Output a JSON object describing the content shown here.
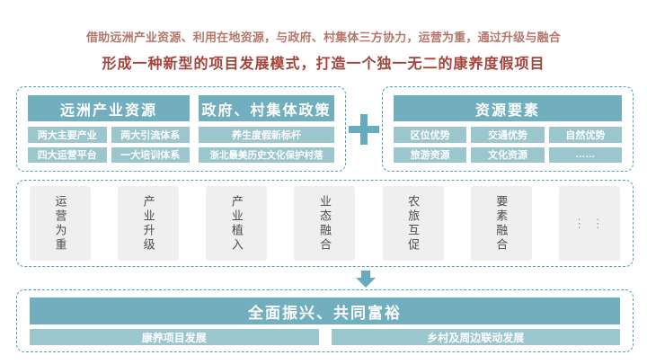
{
  "intro": {
    "line1": "借助远洲产业资源、利用在地资源，与政府、村集体三方协力，运营为重，通过升级与融合",
    "line2": "形成一种新型的项目发展模式，打造一个独一无二的康养度假项目"
  },
  "top": {
    "industry_box": {
      "title": "远洲产业资源",
      "items": [
        "两大主要产业",
        "两大引流体系",
        "四大运营平台",
        "一大培训体系"
      ]
    },
    "policy_box": {
      "title": "政府、村集体政策",
      "items": [
        "养生度假新标杆",
        "浙北最美历史文化保护村落"
      ]
    },
    "resource_box": {
      "title": "资源要素",
      "items": [
        "区位优势",
        "交通优势",
        "自然优势",
        "旅游资源",
        "文化资源",
        "……"
      ]
    }
  },
  "middle": {
    "items": [
      "运营为重",
      "产业升级",
      "产业植入",
      "业态融合",
      "农旅互促",
      "要素融合",
      "⋮ ⋮"
    ]
  },
  "bottom": {
    "title": "全面振兴、共同富裕",
    "items": [
      "康养项目发展",
      "乡村及周边联动发展"
    ]
  },
  "icons": {
    "plus": "plus-icon",
    "arrow_down": "arrow-down-icon"
  },
  "colors": {
    "teal_header": "#71AEBE",
    "teal_light": "#9CC6CE",
    "dashed_border": "#4FA0B5",
    "plus_arrow": "#68ABBE",
    "gray_box": "#EFEFEF",
    "intro_line1_text": "#B5766C",
    "intro_line2_text": "#A3443C",
    "middle_text": "#4D4D4D"
  }
}
